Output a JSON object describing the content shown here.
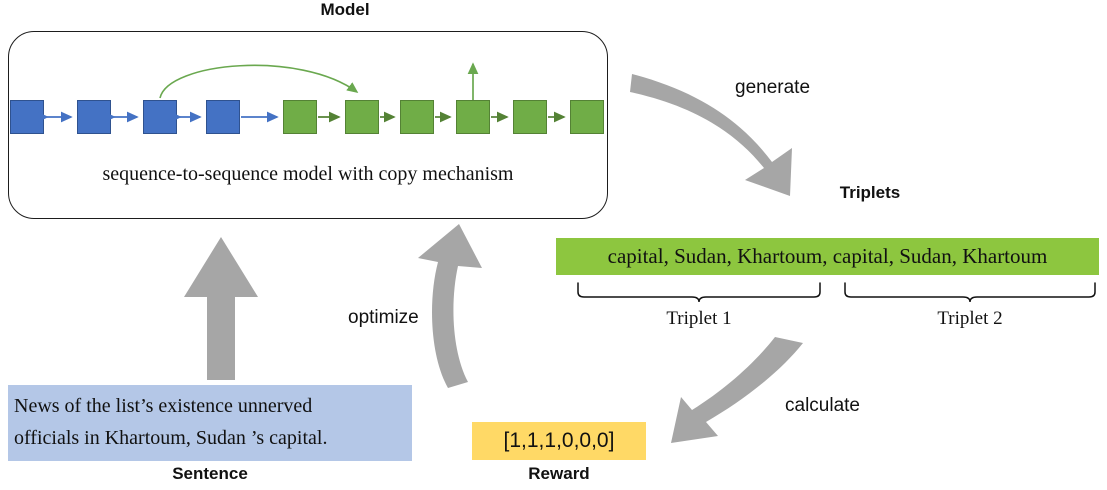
{
  "model": {
    "title": "Model",
    "caption": "sequence-to-sequence model with copy mechanism",
    "encoder_cell_count": 4,
    "decoder_cell_count": 6,
    "encoder_color": "#4472C4",
    "encoder_border": "#2F528F",
    "decoder_color": "#70AD47",
    "decoder_border": "#548235"
  },
  "triplets": {
    "title": "Triplets",
    "text": "capital, Sudan, Khartoum, capital, Sudan, Khartoum",
    "bar_color": "#8DC63F",
    "brace1_label": "Triplet 1",
    "brace2_label": "Triplet 2"
  },
  "sentence": {
    "title": "Sentence",
    "line1": "News of the list’s existence unnerved",
    "line2": "officials in Khartoum, Sudan ’s capital.",
    "box_color": "#B4C7E7"
  },
  "reward": {
    "title": "Reward",
    "value": "[1,1,1,0,0,0]",
    "box_color": "#FFD966"
  },
  "flow": {
    "generate_label": "generate",
    "optimize_label": "optimize",
    "calculate_label": "calculate",
    "input_label": "",
    "arrow_color": "#A6A6A6"
  }
}
